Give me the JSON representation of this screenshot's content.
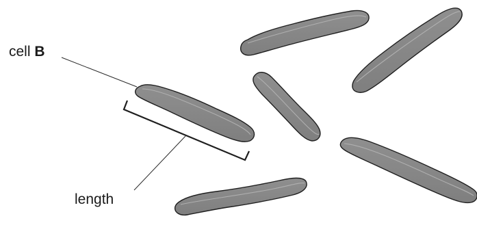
{
  "labels": {
    "cell_prefix": "cell ",
    "cell_letter": "B",
    "length": "length"
  },
  "colors": {
    "cell_fill": "#8c8c8c",
    "cell_fill_dark": "#7a7a7a",
    "outline": "#1f1f1f",
    "inner_halo": "#b4b4b4",
    "background": "#ffffff"
  },
  "cells": [
    {
      "id": "cell-b",
      "labelled": true
    },
    {
      "id": "cell-top-left",
      "labelled": false
    },
    {
      "id": "cell-top-right",
      "labelled": false
    },
    {
      "id": "cell-middle",
      "labelled": false
    },
    {
      "id": "cell-bottom-right",
      "labelled": false
    },
    {
      "id": "cell-bottom-left",
      "labelled": false
    }
  ]
}
